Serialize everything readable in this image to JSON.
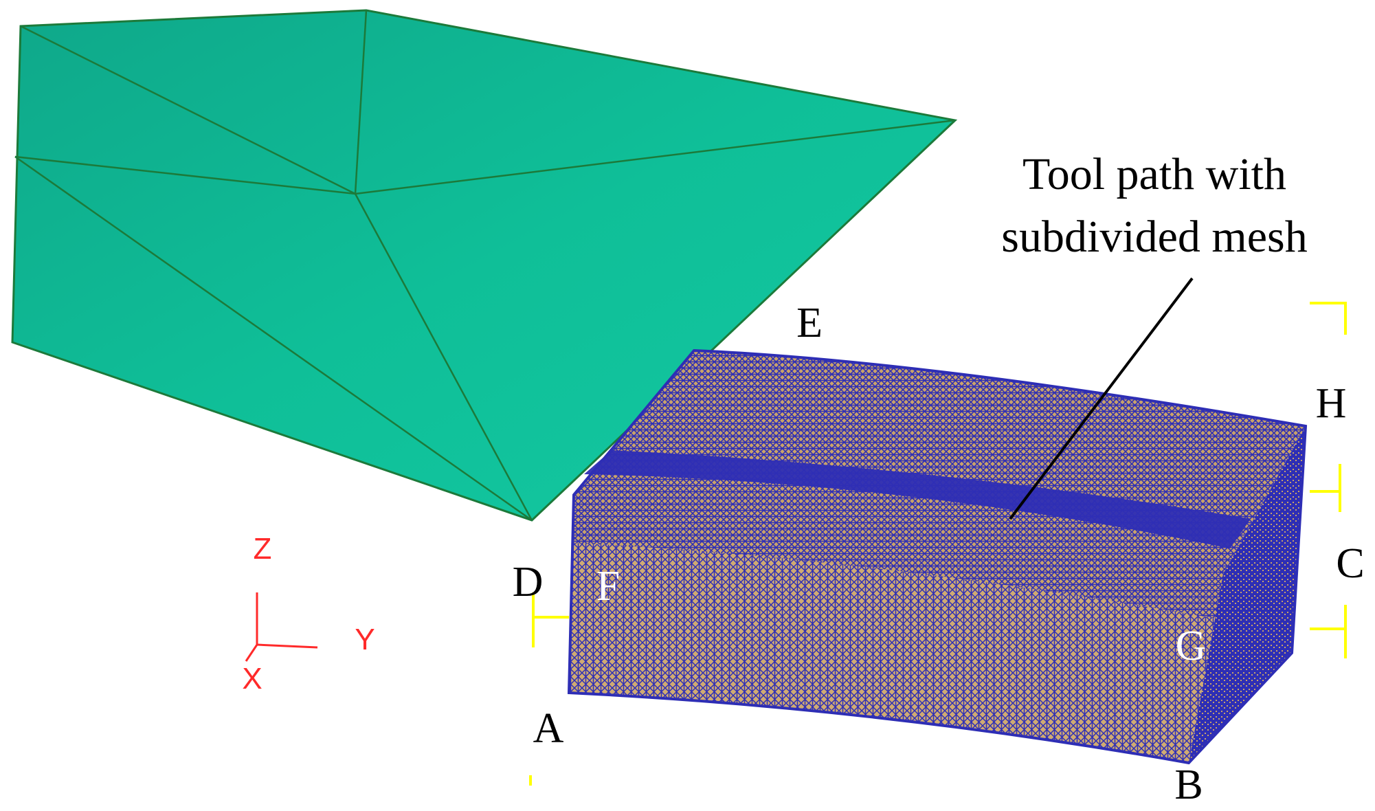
{
  "annotation": {
    "line1": "Tool path with",
    "line2": "subdivided mesh"
  },
  "points": {
    "A": "A",
    "B": "B",
    "C": "C",
    "D": "D",
    "E": "E",
    "F": "F",
    "G": "G",
    "H": "H"
  },
  "axes": {
    "z": "Z",
    "y": "Y",
    "x": "X"
  },
  "colors": {
    "tool": "#0fbb96",
    "tool_edge": "#1c7a3a",
    "mesh_blue": "#2e2eb5",
    "mesh_tan": "#c9a36a",
    "marker_yellow": "#ffff00",
    "axis_red": "#ff2a2a"
  }
}
